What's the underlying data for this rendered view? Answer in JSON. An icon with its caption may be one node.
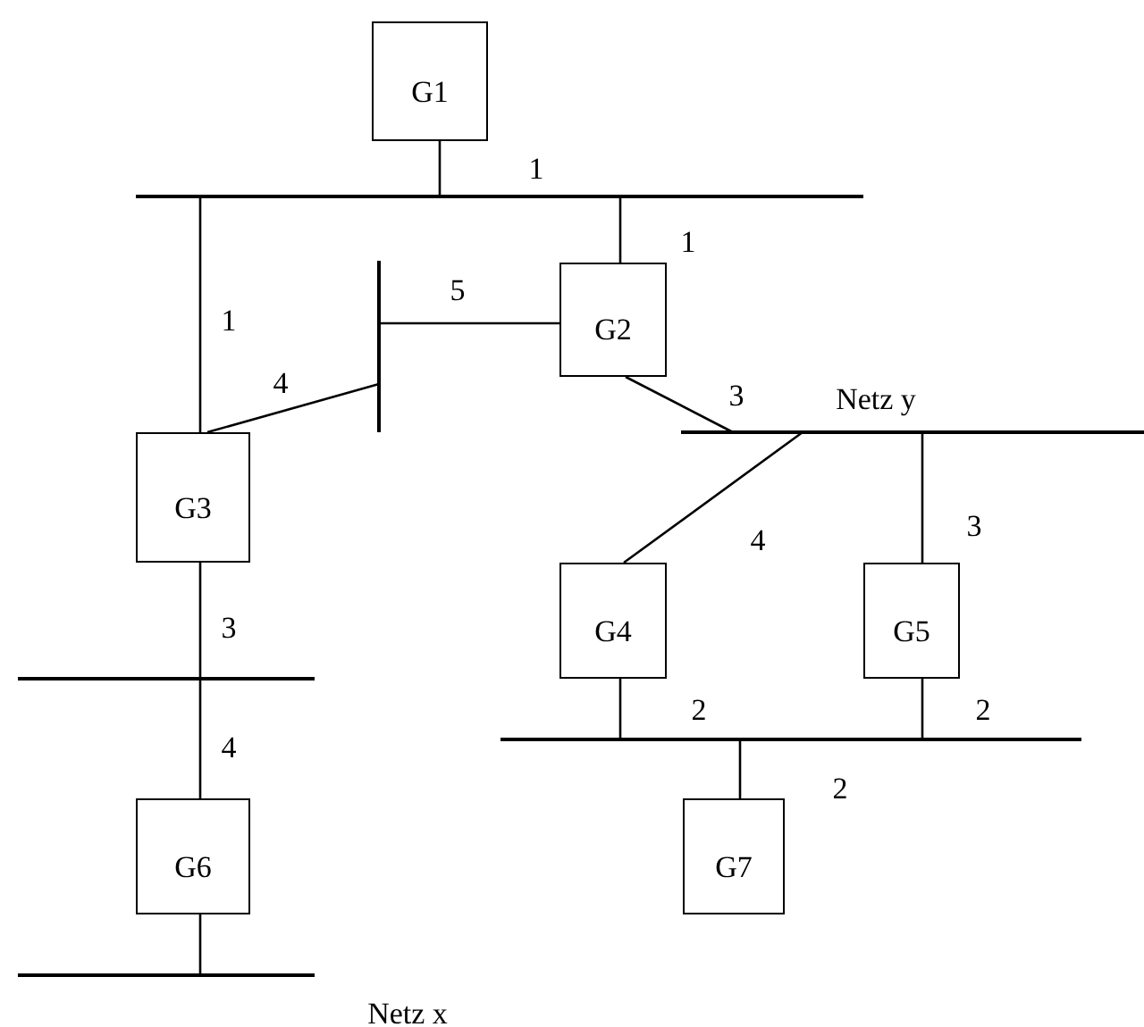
{
  "diagram": {
    "nodes": [
      {
        "text": [
          "G1"
        ]
      },
      {
        "text": [],
        "shape": "bar"
      },
      {
        "text": [],
        "shape": "bar"
      },
      {
        "text": [
          "G2"
        ]
      },
      {
        "text": [
          "G3"
        ]
      },
      {
        "text": [],
        "shape": "bar",
        "beside": [
          "Netz y"
        ]
      },
      {
        "text": [
          "G4"
        ]
      },
      {
        "text": [
          "G5"
        ]
      },
      {
        "text": [],
        "shape": "bar"
      },
      {
        "text": [],
        "shape": "bar"
      },
      {
        "text": [
          "G6"
        ]
      },
      {
        "text": [
          "G7"
        ]
      },
      {
        "text": [],
        "shape": "bar",
        "beside": [
          "Netz x"
        ]
      }
    ],
    "edges": [
      {
        "from": 0,
        "to": 1,
        "arrow": "none",
        "label": "1"
      },
      {
        "from": 1,
        "to": 4,
        "arrow": "none",
        "label": "1"
      },
      {
        "from": 1,
        "to": 3,
        "arrow": "none",
        "label": "1"
      },
      {
        "from": 3,
        "to": 2,
        "arrow": "none",
        "label": "5"
      },
      {
        "from": 4,
        "to": 2,
        "arrow": "none",
        "label": "4"
      },
      {
        "from": 3,
        "to": 5,
        "arrow": "none",
        "label": "3"
      },
      {
        "from": 5,
        "to": 6,
        "arrow": "none",
        "label": "4"
      },
      {
        "from": 5,
        "to": 7,
        "arrow": "none",
        "label": "3"
      },
      {
        "from": 4,
        "to": 8,
        "arrow": "none",
        "label": "3"
      },
      {
        "from": 8,
        "to": 10,
        "arrow": "none",
        "label": "4"
      },
      {
        "from": 10,
        "to": 12,
        "arrow": "none"
      },
      {
        "from": 6,
        "to": 9,
        "arrow": "none",
        "label": "2"
      },
      {
        "from": 7,
        "to": 9,
        "arrow": "none",
        "label": "2"
      },
      {
        "from": 9,
        "to": 11,
        "arrow": "none",
        "label": "2"
      }
    ]
  }
}
